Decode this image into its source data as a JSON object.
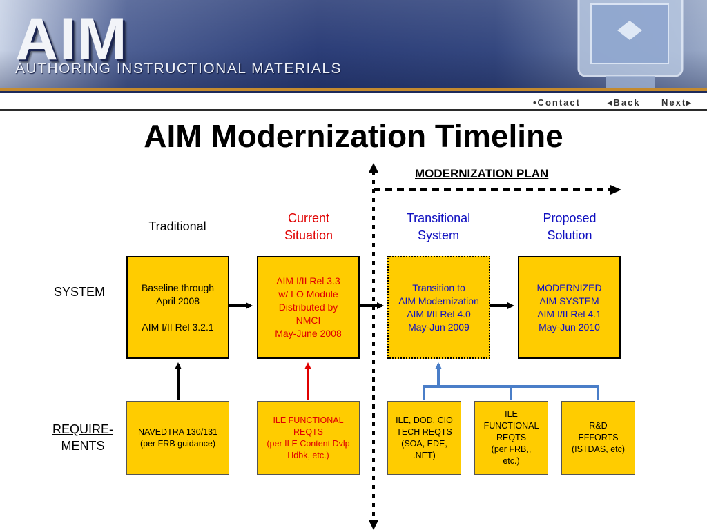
{
  "header": {
    "logo": "AIM",
    "tagline": "AUTHORING INSTRUCTIONAL MATERIALS"
  },
  "nav": {
    "contact": "•Contact",
    "back": "◂Back",
    "next": "Next▸"
  },
  "title": "AIM Modernization Timeline",
  "plan_label": "MODERNIZATION PLAN",
  "columns": {
    "traditional": "Traditional",
    "current": "Current\nSituation",
    "transitional": "Transitional\nSystem",
    "proposed": "Proposed\nSolution"
  },
  "rows": {
    "system": "SYSTEM",
    "requirements": "REQUIRE-\nMENTS"
  },
  "system_boxes": {
    "baseline": "Baseline through\nApril 2008\n\nAIM I/II Rel 3.2.1",
    "current": "AIM I/II Rel 3.3\nw/ LO Module\nDistributed by\nNMCI\nMay-June 2008",
    "transition": "Transition to\nAIM Modernization\nAIM I/II Rel 4.0\nMay-Jun 2009",
    "modernized": "MODERNIZED\nAIM SYSTEM\nAIM I/II Rel 4.1\nMay-Jun 2010"
  },
  "req_boxes": {
    "navedtra": "NAVEDTRA 130/131\n(per FRB guidance)",
    "ile_current": "ILE FUNCTIONAL\nREQTS\n(per ILE Content Dvlp\nHdbk, etc.)",
    "ile_dod": "ILE, DOD, CIO\nTECH REQTS\n(SOA, EDE,\n.NET)",
    "ile_functional": "ILE\nFUNCTIONAL\nREQTS\n(per FRB,,\netc.)",
    "rd": "R&D\nEFFORTS\n(ISTDAS, etc)"
  },
  "colors": {
    "box_fill": "#ffcc00",
    "red_text": "#e00000",
    "blue_text": "#1010c0",
    "blue_connector": "#4a7ec8",
    "red_arrow": "#e00000"
  }
}
